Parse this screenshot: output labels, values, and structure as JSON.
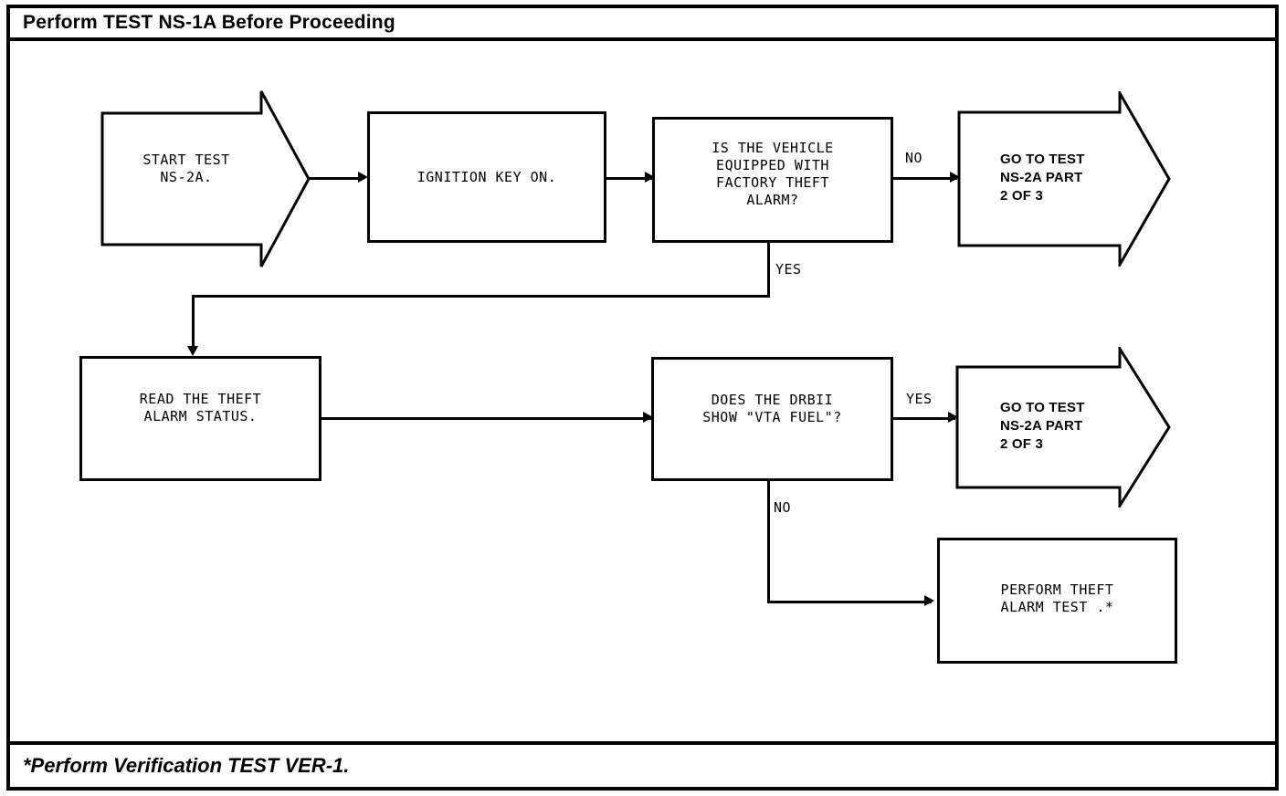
{
  "page": {
    "title": "Perform TEST NS-1A Before Proceeding",
    "footnote": "*Perform Verification TEST VER-1."
  },
  "colors": {
    "ink": "#000000",
    "paper": "#ffffff"
  },
  "chart_data": {
    "type": "diagram",
    "title": "Perform TEST NS-1A Before Proceeding",
    "nodes": [
      {
        "id": "start",
        "shape": "arrow-banner",
        "text": "START TEST\nNS-2A."
      },
      {
        "id": "ignition",
        "shape": "rectangle",
        "text": "IGNITION KEY ON."
      },
      {
        "id": "decision1",
        "shape": "rectangle",
        "text": "IS THE VEHICLE\nEQUIPPED WITH\nFACTORY THEFT\nALARM?"
      },
      {
        "id": "goto1",
        "shape": "arrow-banner",
        "text": "GO TO TEST\nNS-2A PART\n2 OF 3"
      },
      {
        "id": "read-status",
        "shape": "rectangle",
        "text": "READ THE THEFT\nALARM STATUS."
      },
      {
        "id": "decision2",
        "shape": "rectangle",
        "text": "DOES THE DRBII\nSHOW \"VTA FUEL\"?"
      },
      {
        "id": "goto2",
        "shape": "arrow-banner",
        "text": "GO TO TEST\nNS-2A PART\n2 OF 3"
      },
      {
        "id": "perform-test",
        "shape": "rectangle",
        "text": "PERFORM THEFT\nALARM TEST .*"
      }
    ],
    "edges": [
      {
        "from": "start",
        "to": "ignition",
        "label": ""
      },
      {
        "from": "ignition",
        "to": "decision1",
        "label": ""
      },
      {
        "from": "decision1",
        "to": "goto1",
        "label": "NO"
      },
      {
        "from": "decision1",
        "to": "read-status",
        "label": "YES"
      },
      {
        "from": "read-status",
        "to": "decision2",
        "label": ""
      },
      {
        "from": "decision2",
        "to": "goto2",
        "label": "YES"
      },
      {
        "from": "decision2",
        "to": "perform-test",
        "label": "NO"
      }
    ]
  },
  "nodes": {
    "start": {
      "line1": "START TEST",
      "line2": "NS-2A."
    },
    "ignition": {
      "line1": "IGNITION KEY ON."
    },
    "decision1": {
      "line1": "IS THE VEHICLE",
      "line2": "EQUIPPED WITH",
      "line3": "FACTORY THEFT",
      "line4": "ALARM?"
    },
    "goto1": {
      "line1": "GO TO TEST",
      "line2": "NS-2A PART",
      "line3": "2 OF 3"
    },
    "read_status": {
      "line1": "READ THE THEFT",
      "line2": "ALARM STATUS."
    },
    "decision2": {
      "line1": "DOES THE DRBII",
      "line2": "SHOW \"VTA FUEL\"?"
    },
    "goto2": {
      "line1": "GO TO TEST",
      "line2": "NS-2A PART",
      "line3": "2 OF 3"
    },
    "perform_test": {
      "line1": "PERFORM THEFT",
      "line2": "ALARM TEST .*"
    }
  },
  "edge_labels": {
    "no_top": "NO",
    "yes_top": "YES",
    "yes_bottom": "YES",
    "no_bottom": "NO"
  }
}
